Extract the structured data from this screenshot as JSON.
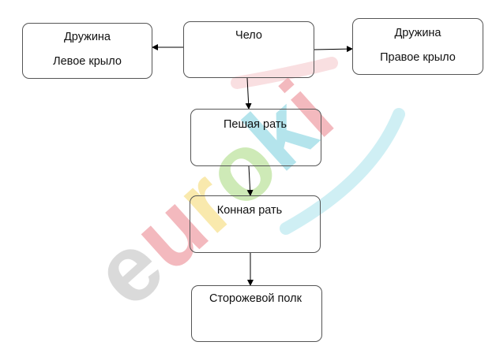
{
  "nodes": {
    "chelo": {
      "label": "Чело"
    },
    "left_wing": {
      "line1": "Дружина",
      "line2": "Левое крыло"
    },
    "right_wing": {
      "line1": "Дружина",
      "line2": "Правое крыло"
    },
    "foot_army": {
      "label": "Пешая рать"
    },
    "horse_army": {
      "label": "Конная рать"
    },
    "guard_regiment": {
      "label": "Сторожевой полк"
    }
  },
  "edges": [
    {
      "from": "chelo",
      "to": "left_wing"
    },
    {
      "from": "chelo",
      "to": "right_wing"
    },
    {
      "from": "chelo",
      "to": "foot_army"
    },
    {
      "from": "foot_army",
      "to": "horse_army"
    },
    {
      "from": "horse_army",
      "to": "guard_regiment"
    }
  ],
  "watermark": {
    "text": "euroki",
    "colors": {
      "e": "#b8b8b8",
      "u": "#e8646e",
      "r": "#f4d35a",
      "o": "#9ed46a",
      "k": "#5fc7d8",
      "i": "#e8646e"
    }
  }
}
